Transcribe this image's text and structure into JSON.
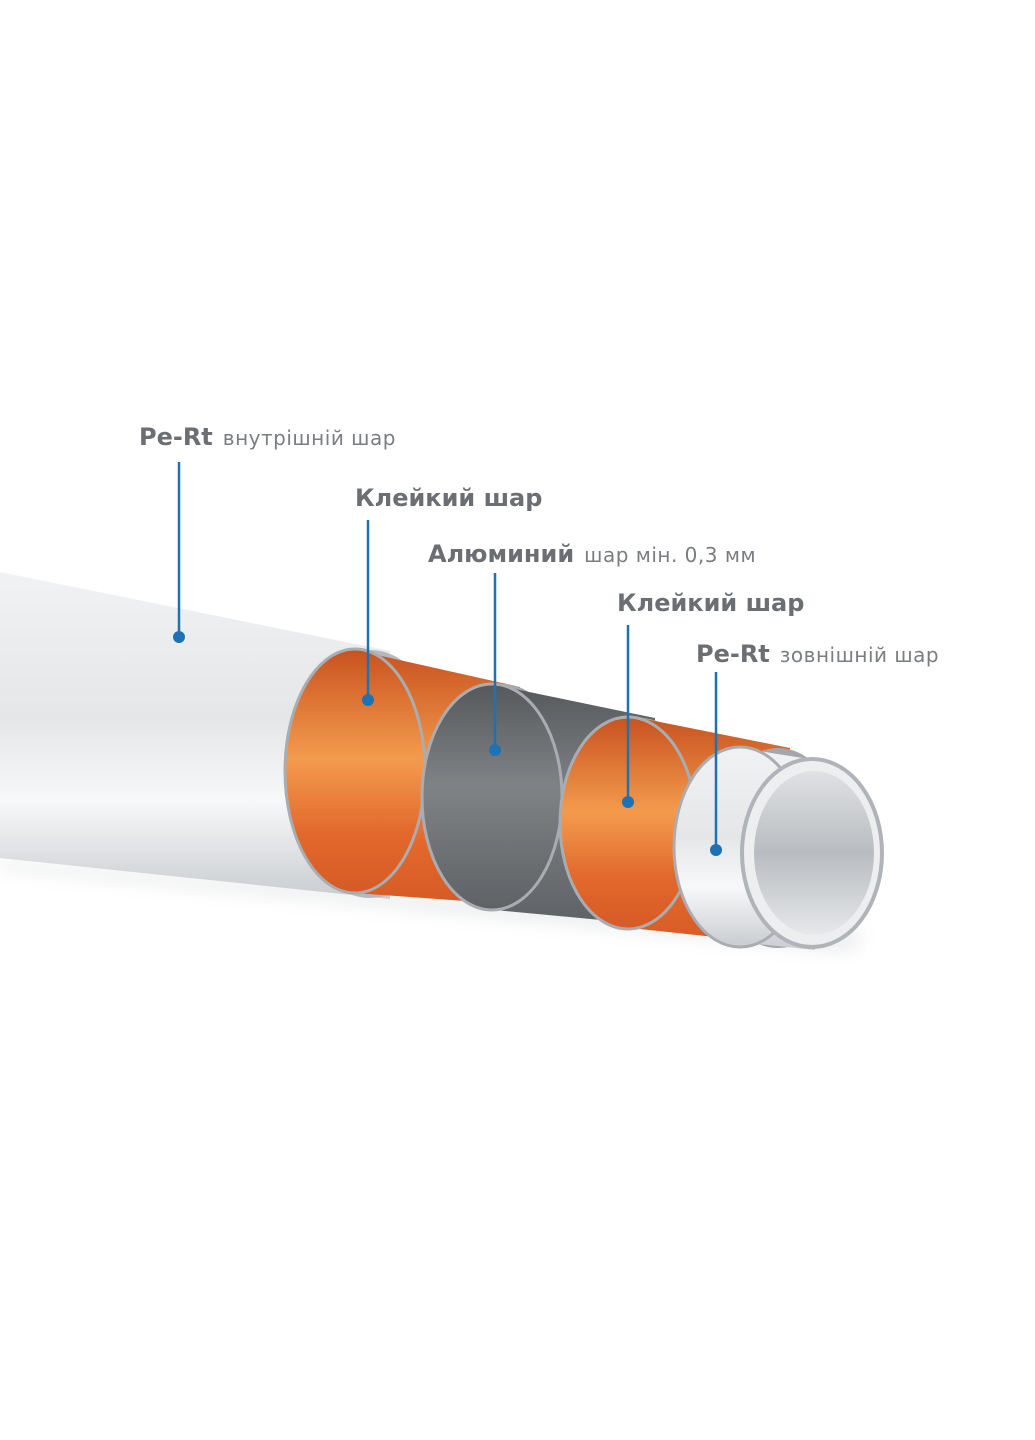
{
  "labels": {
    "inner": {
      "name": "Pe-Rt",
      "desc": "внутрішній шар"
    },
    "adhesive_1": {
      "name": "Клейкий шар"
    },
    "aluminium": {
      "name": "Алюминий",
      "desc": "шар мін. 0,3 мм"
    },
    "adhesive_2": {
      "name": "Клейкий шар"
    },
    "outer": {
      "name": "Pe-Rt",
      "desc": "зовнішній шар"
    }
  },
  "colors": {
    "pointer": "#1e72b4",
    "orange": "#e06a30",
    "aluminium": "#6b6f72",
    "pipe_white": "#e9ebed",
    "label_text": "#6b6e72"
  }
}
